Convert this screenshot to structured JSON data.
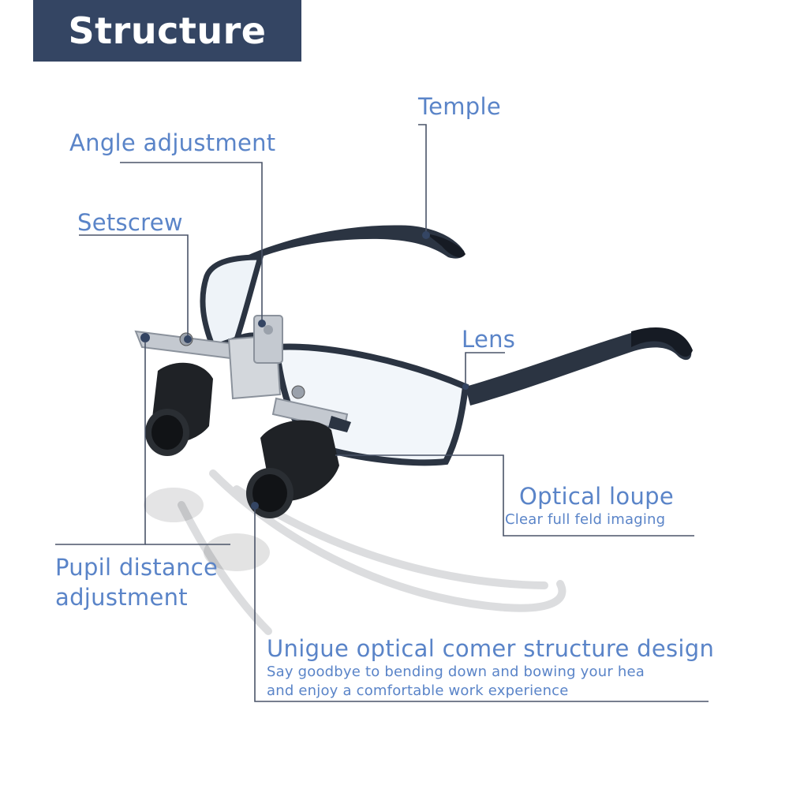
{
  "title": "Structure",
  "colors": {
    "title_bg": "#344563",
    "label_text": "#5a84c8",
    "leader_line": "#4a5468",
    "frame": "#2b3442",
    "metal": "#c4c9d0",
    "loupe": "#1f2226"
  },
  "labels": {
    "temple": "Temple",
    "angle_adjustment": "Angle adjustment",
    "setscrew": "Setscrew",
    "lens": "Lens",
    "optical_loupe": "Optical loupe",
    "optical_loupe_sub": "Clear full feld imaging",
    "pupil_distance_line1": "Pupil distance",
    "pupil_distance_line2": "adjustment",
    "unique_title": "Unigue optical comer structure design",
    "unique_sub1": "Say goodbye to bending down and bowing your hea",
    "unique_sub2": "and enjoy a comfortable work experience"
  }
}
